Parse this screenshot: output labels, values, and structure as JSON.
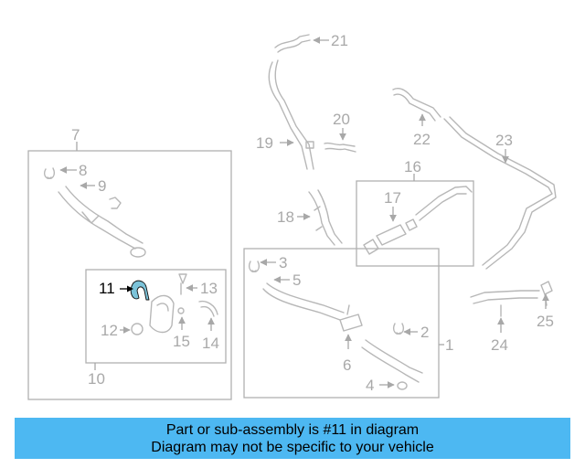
{
  "callouts": [
    "1",
    "2",
    "3",
    "4",
    "5",
    "6",
    "7",
    "8",
    "9",
    "10",
    "11",
    "12",
    "13",
    "14",
    "15",
    "16",
    "17",
    "18",
    "19",
    "20",
    "21",
    "22",
    "23",
    "24",
    "25"
  ],
  "highlighted_callout": "11",
  "colors": {
    "banner_bg": "#4db8f2",
    "highlight_part": "#7cc3d9",
    "part_stroke": "#b7b7b7",
    "box_stroke": "#b0b0b0"
  },
  "banner": {
    "line1": "Part or sub-assembly is #11 in diagram",
    "line2": "Diagram may not be specific to your vehicle"
  }
}
